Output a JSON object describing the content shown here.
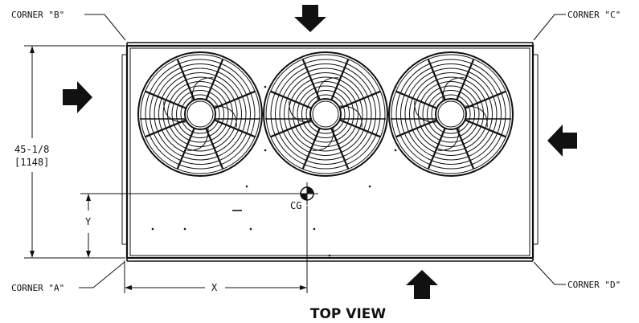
{
  "corners": {
    "b": "CORNER \"B\"",
    "c": "CORNER \"C\"",
    "a": "CORNER \"A\"",
    "d": "CORNER \"D\""
  },
  "dimension": {
    "height_line1": "45-1/8",
    "height_line2": "[1148]",
    "x_label": "X",
    "y_label": "Y"
  },
  "cg_label": "CG",
  "title": "TOP VIEW",
  "fans": [
    {
      "id": "fan-left"
    },
    {
      "id": "fan-middle"
    },
    {
      "id": "fan-right"
    }
  ],
  "airflow_arrows": [
    "top-down",
    "left-right",
    "right-left",
    "bottom-up"
  ]
}
